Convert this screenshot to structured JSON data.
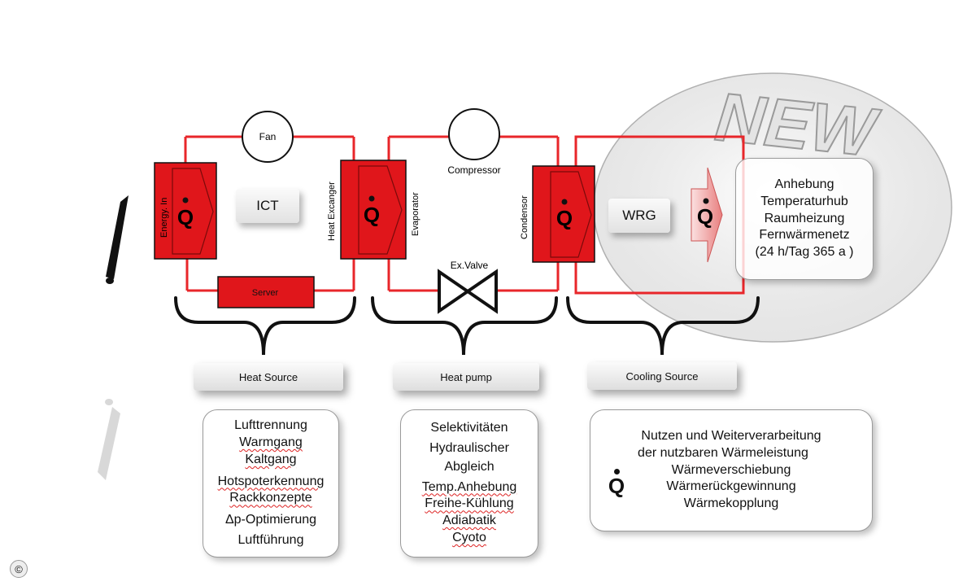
{
  "overlay": {
    "new_label": "NEW"
  },
  "components": {
    "fan": "Fan",
    "compressor": "Compressor",
    "ex_valve": "Ex.Valve",
    "server": "Server",
    "energy_in": "Energy. In",
    "heat_exchanger": "Heat Excanger",
    "evaporator": "Evaporator",
    "condensor": "Condensor",
    "ict": "ICT",
    "wrg": "WRG",
    "q_symbol": "Q"
  },
  "sections": {
    "heat_source": "Heat Source",
    "heat_pump": "Heat pump",
    "cooling_source": "Cooling  Source"
  },
  "new_box": [
    "Anhebung",
    "Temperaturhub",
    "Raumheizung",
    "Fernwärmenetz",
    "(24 h/Tag 365 a )"
  ],
  "heat_source_box": [
    "Lufttrennung",
    "Warmgang",
    "Kaltgang",
    "Hotspoterkennung",
    "Rackkonzepte",
    "Δp-Optimierung",
    "Luftführung"
  ],
  "heat_pump_box": [
    "Selektivitäten",
    "Hydraulischer",
    "Abgleich",
    "Temp.Anhebung",
    "Freihe-Kühlung",
    "Adiabatik",
    "Cyoto"
  ],
  "cooling_box": [
    "Nutzen und Weiterverarbeitung",
    "der nutzbaren Wärmeleistung",
    "Wärmeverschiebung",
    "Wärmerückgewinnung",
    "Wärmekopplung"
  ],
  "colors": {
    "loop": "#e8262a",
    "hx_fill": "#e0161b",
    "outline": "#111111"
  },
  "footer": {
    "copyright": "©"
  }
}
